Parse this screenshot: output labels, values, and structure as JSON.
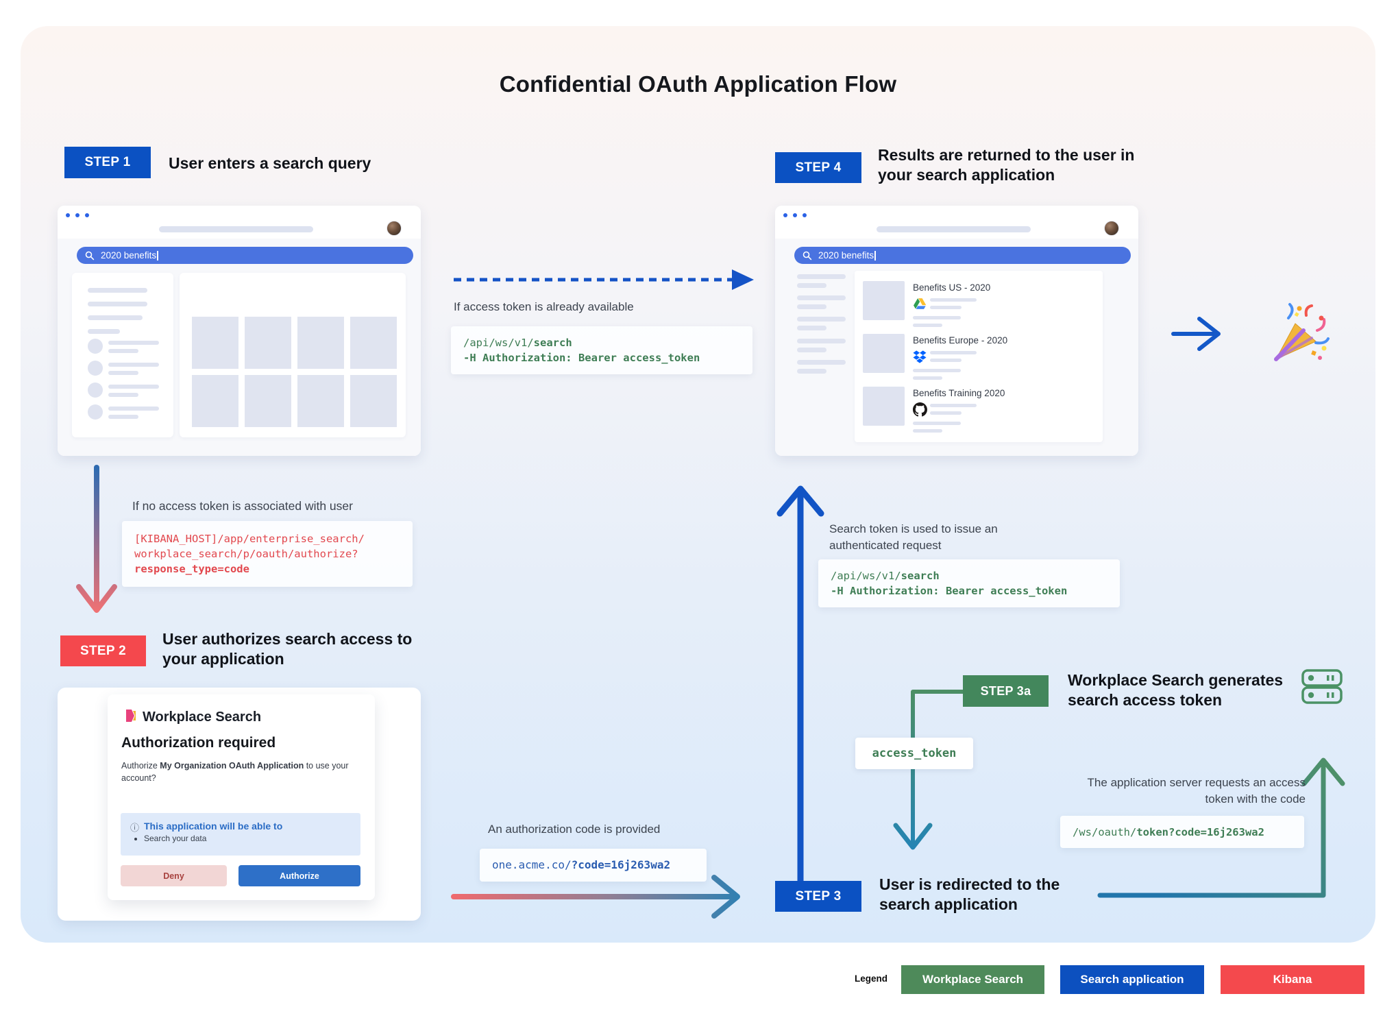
{
  "title": "Confidential OAuth Application Flow",
  "steps": {
    "step1": {
      "badge": "STEP 1",
      "title": "User enters a search query"
    },
    "step2": {
      "badge": "STEP 2",
      "title": "User authorizes search access to your application"
    },
    "step3": {
      "badge": "STEP 3",
      "title": "User is redirected to the search application"
    },
    "step3a": {
      "badge": "STEP 3a",
      "title": "Workplace Search generates search access token"
    },
    "step4": {
      "badge": "STEP 4",
      "title": "Results are returned to the user in your search application"
    }
  },
  "browser1": {
    "search_query": "2020 benefits"
  },
  "browser2": {
    "search_query": "2020 benefits",
    "results": [
      {
        "title": "Benefits US - 2020",
        "source_icon": "google-drive-icon"
      },
      {
        "title": "Benefits Europe - 2020",
        "source_icon": "dropbox-icon"
      },
      {
        "title": "Benefits Training 2020",
        "source_icon": "github-icon"
      }
    ]
  },
  "annotations": {
    "token_available_label": "If access token is already available",
    "no_token_label": "If no access token is associated with user",
    "auth_code_label": "An authorization code is provided",
    "search_token_label": "Search token is used to issue an authenticated request",
    "server_request_label": "The application server requests an access token with the code",
    "access_token_chip": "access_token"
  },
  "code": {
    "api": {
      "l1_plain": "/api/ws/v1/",
      "l1_bold": "search",
      "l2_bold": "-H Authorization: Bearer access_token"
    },
    "kibana": {
      "l1": "[KIBANA_HOST]/app/enterprise_search/",
      "l2": "workplace_search/p/oauth/authorize?",
      "l3_bold": "response_type=code"
    },
    "acme": {
      "plain": "one.acme.co/",
      "bold": "?code=16j263wa2"
    },
    "ws_token": {
      "plain": "/ws/oauth/",
      "bold": "token?code=16j263wa2"
    }
  },
  "dialog": {
    "brand": "Workplace Search",
    "heading": "Authorization required",
    "body_prefix": "Authorize ",
    "body_bold": "My Organization OAuth Application",
    "body_suffix": " to use your account?",
    "scope_icon": "info-icon",
    "scope_title": "This application will be able to",
    "scope_item": "Search your data",
    "deny_label": "Deny",
    "authorize_label": "Authorize"
  },
  "legend": {
    "label": "Legend",
    "items": [
      {
        "label": "Workplace Search",
        "color": "#4e8a5a"
      },
      {
        "label": "Search application",
        "color": "#0c50bf"
      },
      {
        "label": "Kibana",
        "color": "#f4494d"
      }
    ]
  },
  "colors": {
    "step_blue": "#0b51c2",
    "step_red": "#f4484d",
    "step_green": "#43875c",
    "search_bar_blue": "#4a73e0",
    "code_green": "#3e7d54",
    "code_red": "#e2484e",
    "code_blue": "#2a5cb0",
    "arrow_blue": "#1254c5"
  },
  "icons": [
    "party-popper-icon",
    "server-icon",
    "workplace-search-logo",
    "search-icon",
    "google-drive-icon",
    "dropbox-icon",
    "github-icon",
    "info-icon",
    "avatar"
  ]
}
